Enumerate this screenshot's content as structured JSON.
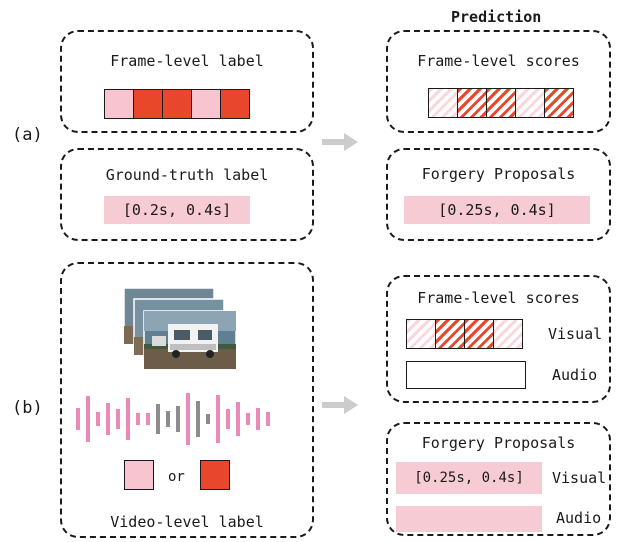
{
  "header": {
    "prediction": "Prediction"
  },
  "row_a": {
    "marker": "(a)",
    "frame_label_title": "Frame-level label",
    "frame_label_cells": [
      "pink",
      "red",
      "red",
      "pink",
      "red"
    ],
    "ground_truth_title": "Ground-truth label",
    "ground_truth_value": "[0.2s, 0.4s]",
    "scores_title": "Frame-level scores",
    "score_cells": [
      "light",
      "red",
      "red",
      "light",
      "red"
    ],
    "proposals_title": "Forgery Proposals",
    "proposals_value": "[0.25s, 0.4s]"
  },
  "row_b": {
    "marker": "(b)",
    "or_text": "or",
    "video_label_title": "Video-level label",
    "scores_title": "Frame-level scores",
    "visual_label": "Visual",
    "audio_label": "Audio",
    "visual_cells": [
      "light",
      "red",
      "red",
      "light"
    ],
    "proposals_title": "Forgery Proposals",
    "proposals_visual_value": "[0.25s, 0.4s]",
    "proposals_visual_label": "Visual",
    "proposals_audio_label": "Audio"
  },
  "colors": {
    "pink": "#f7c4cf",
    "red": "#e8472b",
    "waveform_pink": "#e88bb8",
    "waveform_gray": "#8c8c8c",
    "arrow": "#cccccc"
  }
}
